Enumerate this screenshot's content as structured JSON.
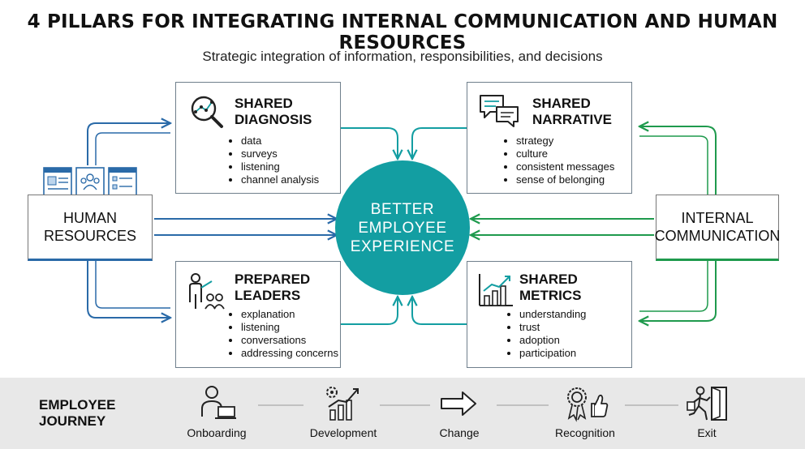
{
  "title": "4 PILLARS FOR INTEGRATING INTERNAL COMMUNICATION AND HUMAN RESOURCES",
  "subtitle": "Strategic integration of information, responsibilities, and decisions",
  "colors": {
    "teal": "#139ea2",
    "hr_blue": "#2a6aa8",
    "ic_green": "#1f9a4d",
    "box_border": "#6f7f8c"
  },
  "center": {
    "line1": "BETTER",
    "line2": "EMPLOYEE",
    "line3": "EXPERIENCE"
  },
  "left_node": {
    "line1": "HUMAN",
    "line2": "RESOURCES",
    "icon": "document-people-icon"
  },
  "right_node": {
    "line1": "INTERNAL",
    "line2": "COMMUNICATION"
  },
  "pillars": {
    "diagnosis": {
      "title1": "SHARED",
      "title2": "DIAGNOSIS",
      "icon": "magnifier-analytics-icon",
      "items": [
        "data",
        "surveys",
        "listening",
        "channel analysis"
      ]
    },
    "narrative": {
      "title1": "SHARED",
      "title2": "NARRATIVE",
      "icon": "chat-bubbles-icon",
      "items": [
        "strategy",
        "culture",
        "consistent messages",
        "sense of belonging"
      ]
    },
    "leaders": {
      "title1": "PREPARED",
      "title2": "LEADERS",
      "icon": "presenter-team-icon",
      "items": [
        "explanation",
        "listening",
        "conversations",
        "addressing concerns"
      ]
    },
    "metrics": {
      "title1": "SHARED",
      "title2": "METRICS",
      "icon": "bar-chart-icon",
      "items": [
        "understanding",
        "trust",
        "adoption",
        "participation"
      ]
    }
  },
  "journey": {
    "title1": "EMPLOYEE",
    "title2": "JOURNEY",
    "stages": [
      {
        "label": "Onboarding",
        "icon": "person-laptop-icon"
      },
      {
        "label": "Development",
        "icon": "growth-chart-icon"
      },
      {
        "label": "Change",
        "icon": "arrow-right-icon"
      },
      {
        "label": "Recognition",
        "icon": "award-thumbs-up-icon"
      },
      {
        "label": "Exit",
        "icon": "person-exit-door-icon"
      }
    ]
  }
}
